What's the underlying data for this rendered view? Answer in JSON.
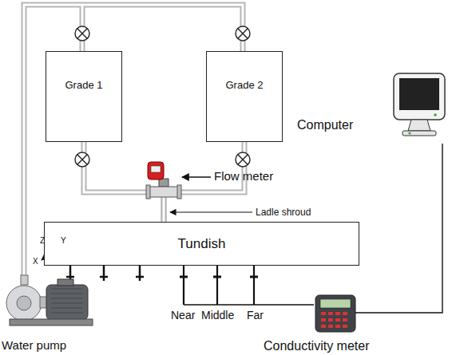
{
  "diagram": {
    "nodes": [
      {
        "text": [
          "Grade 1"
        ]
      },
      {
        "text": [
          "Grade 2"
        ]
      },
      {
        "text": [
          "Tundish"
        ]
      }
    ],
    "edges": [
      {
        "from": 0,
        "to": 2,
        "arrow": "none"
      },
      {
        "from": 1,
        "to": 2,
        "arrow": "none"
      }
    ],
    "labels": [
      "Computer",
      "Flow meter",
      "Ladle shroud",
      "Z",
      "Y",
      "X",
      "Near",
      "Middle",
      "Far",
      "Water pump",
      "Conductivity meter"
    ]
  }
}
